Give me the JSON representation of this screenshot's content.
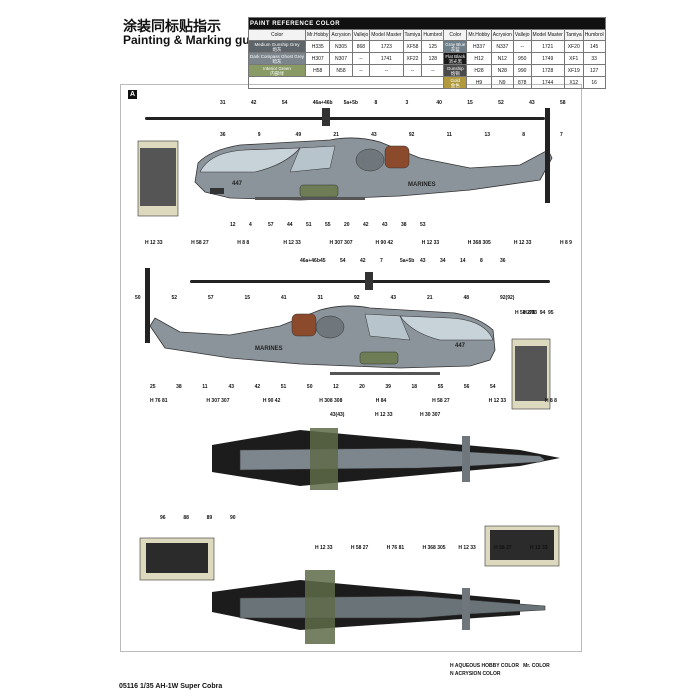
{
  "header": {
    "title_cn": "涂装同标贴指示",
    "title_en": "Painting & Marking guide"
  },
  "paint_reference": {
    "title": "PAINT REFERENCE COLOR",
    "columns": [
      "Color",
      "Mr.Hobby",
      "Acrysion",
      "Vallejo",
      "Model Master",
      "Tamiya",
      "Humbrol"
    ],
    "left_rows": [
      {
        "name": "Medium Gunship Grey",
        "cn": "炮灰",
        "swatch": "#5d656a",
        "hobby": "H335",
        "acrysion": "N305",
        "vallejo": "868",
        "mm": "1723",
        "tamiya": "XF58",
        "humbrol": "125"
      },
      {
        "name": "Dark Compass Ghost Grey",
        "cn": "暗灰",
        "swatch": "#7c858c",
        "hobby": "H307",
        "acrysion": "N307",
        "vallejo": "--",
        "mm": "1741",
        "tamiya": "XF22",
        "humbrol": "128"
      },
      {
        "name": "Interior Green",
        "cn": "内部绿",
        "swatch": "#8a9a64",
        "hobby": "H58",
        "acrysion": "N58",
        "vallejo": "--",
        "mm": "--",
        "tamiya": "--",
        "humbrol": "--"
      }
    ],
    "right_rows": [
      {
        "name": "Gray Blue",
        "cn": "灰蓝",
        "swatch": "#6f7f8a",
        "hobby": "H337",
        "acrysion": "N337",
        "vallejo": "--",
        "mm": "1721",
        "tamiya": "XF20",
        "humbrol": "145"
      },
      {
        "name": "Flat Black",
        "cn": "消光黑",
        "swatch": "#1a1a1a",
        "hobby": "H12",
        "acrysion": "N12",
        "vallejo": "950",
        "mm": "1749",
        "tamiya": "XF1",
        "humbrol": "33"
      },
      {
        "name": "Gunship",
        "cn": "炮铜",
        "swatch": "#4a4a4a",
        "hobby": "H28",
        "acrysion": "N28",
        "vallejo": "990",
        "mm": "1728",
        "tamiya": "XF19",
        "humbrol": "127"
      },
      {
        "name": "Gold",
        "cn": "金色",
        "swatch": "#b19a3d",
        "hobby": "H9",
        "acrysion": "N9",
        "vallejo": "878",
        "mm": "1744",
        "tamiya": "X12",
        "humbrol": "16"
      }
    ]
  },
  "section_label": "A",
  "side1": {
    "callouts_top": [
      "31",
      "42",
      "54",
      "46a+46b",
      "5a+5b",
      "8",
      "3",
      "40",
      "15",
      "52",
      "43",
      "58",
      "36",
      "9",
      "49",
      "21",
      "43",
      "92",
      "11",
      "13",
      "8",
      "7"
    ],
    "callouts_bottom": [
      "12",
      "4",
      "57",
      "44",
      "51",
      "55",
      "20",
      "42",
      "43",
      "38",
      "53"
    ],
    "markings": [
      "MARINES",
      "447"
    ],
    "codes": [
      "H 12 33",
      "H 58 27",
      "H 8 8",
      "H 12 33",
      "H 307 307",
      "H 90 42",
      "H 12 33",
      "H 368 305",
      "H 12 33",
      "H 8 9"
    ]
  },
  "side2": {
    "callouts_top": [
      "46a+46b",
      "45",
      "54",
      "42",
      "7",
      "5a+5b",
      "43",
      "34",
      "14",
      "8",
      "36",
      "50",
      "52",
      "57",
      "15",
      "41",
      "31",
      "92",
      "43",
      "21",
      "48",
      "92(92)"
    ],
    "callouts_bottom": [
      "25",
      "38",
      "11",
      "43",
      "42",
      "51",
      "50",
      "12",
      "20",
      "39",
      "18",
      "55",
      "56",
      "54"
    ],
    "markings": [
      "MARINES",
      "447"
    ],
    "codes": [
      "H 76 81",
      "H 307 307",
      "H 90 42",
      "H 308 308",
      "H 84",
      "H 58 27",
      "H 12 33",
      "H 8 8"
    ]
  },
  "top_view": {
    "callouts": [
      "43(43)",
      "H 12 33",
      "H 30 307"
    ]
  },
  "bottom_view": {
    "callouts": [
      "96",
      "88",
      "89",
      "90",
      "H 12 33",
      "H 58 27",
      "H 76 81",
      "H 368 305",
      "H 12 33",
      "H 58 27",
      "H 12 33"
    ]
  },
  "insets": {
    "codes": [
      "H 58 27",
      "H 8 8",
      "93",
      "94",
      "95"
    ]
  },
  "legend": {
    "line1_h": "H",
    "line1_text": "AQUEOUS HOBBY COLOR",
    "line1_mr": "Mr. COLOR",
    "line2_n": "N",
    "line2_text": "ACRYSION COLOR"
  },
  "footer": "05116 1/35 AH-1W Super Cobra"
}
